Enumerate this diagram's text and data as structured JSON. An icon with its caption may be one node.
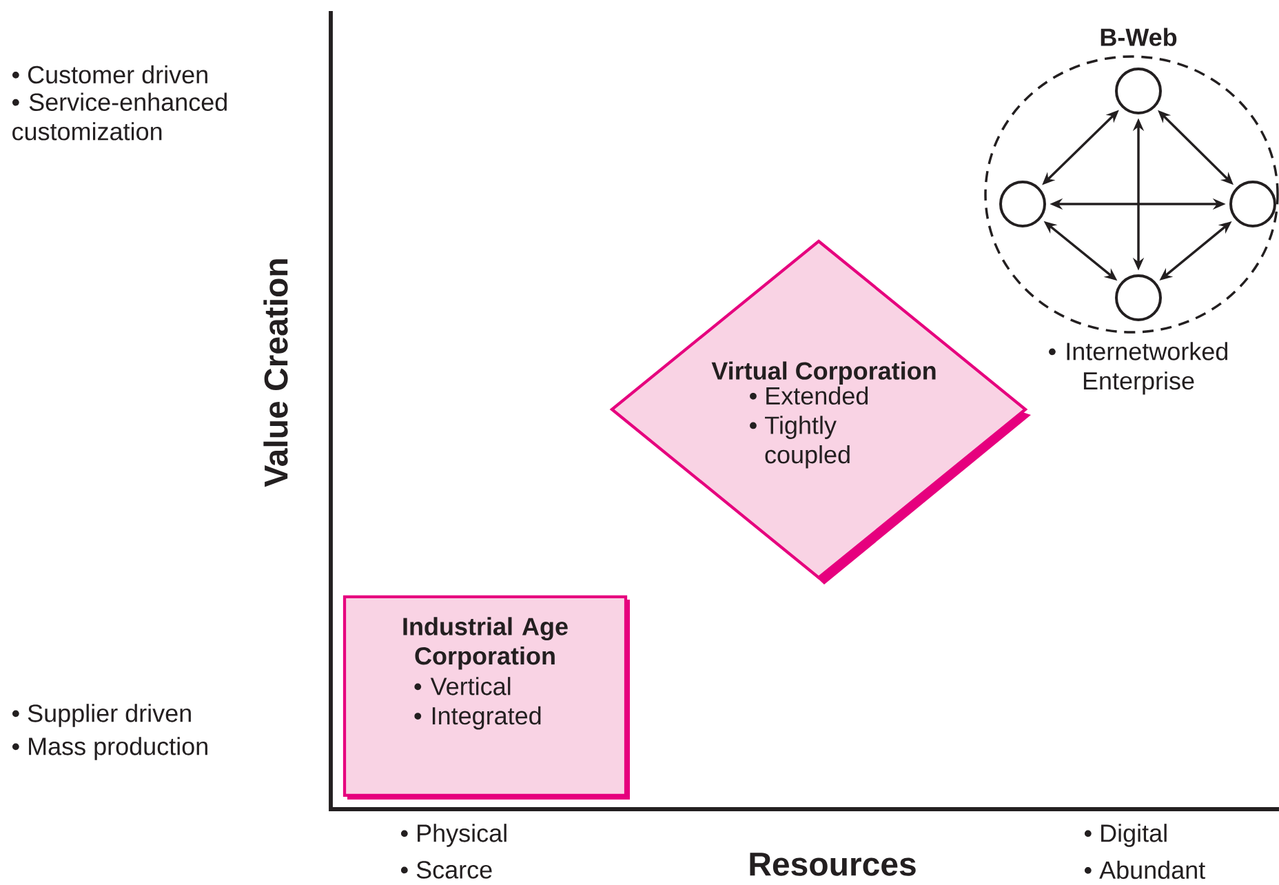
{
  "diagram": {
    "nodes": [
      {
        "text": [
          "Industrial Age Corporation",
          "• Vertical",
          "• Integrated"
        ]
      },
      {
        "text": [
          "Virtual Corporation",
          "• Extended",
          "• Tightly coupled"
        ]
      },
      {
        "text": [
          "B-Web",
          "• Internetworked Enterprise"
        ]
      },
      {
        "text": [],
        "shape": "circle",
        "in": 2
      },
      {
        "text": [],
        "shape": "circle",
        "in": 2
      },
      {
        "text": [],
        "shape": "circle",
        "in": 2
      },
      {
        "text": [],
        "shape": "circle",
        "in": 2
      }
    ],
    "edges": [
      {
        "from": 3,
        "to": 4,
        "arrow": "both"
      },
      {
        "from": 3,
        "to": 5,
        "arrow": "both"
      },
      {
        "from": 3,
        "to": 6,
        "arrow": "both"
      },
      {
        "from": 4,
        "to": 5,
        "arrow": "both"
      },
      {
        "from": 4,
        "to": 6,
        "arrow": "both"
      },
      {
        "from": 5,
        "to": 6,
        "arrow": "both"
      }
    ],
    "labels": [
      "• Customer driven",
      "• Service-enhanced customization",
      "Value Creation",
      "• Supplier driven",
      "• Mass production",
      "• Physical",
      "• Scarce",
      "Resources",
      "• Digital",
      "• Abundant"
    ]
  }
}
